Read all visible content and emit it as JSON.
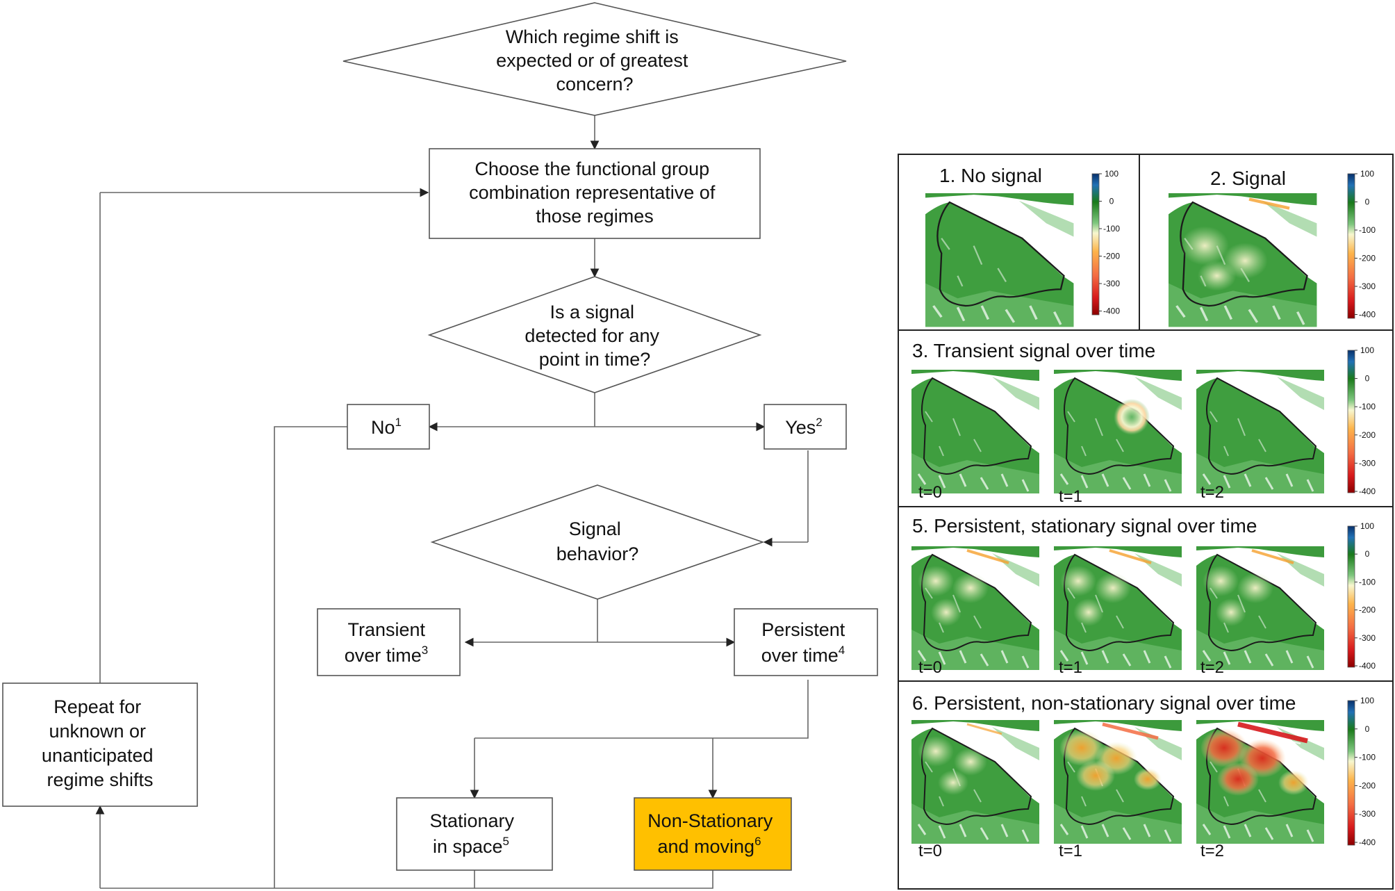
{
  "flowchart": {
    "q_regime": [
      "Which regime shift is",
      "expected or of greatest",
      "concern?"
    ],
    "choose_group": [
      "Choose the functional group",
      "combination representative of",
      "those regimes"
    ],
    "q_signal": [
      "Is a signal",
      "detected for any",
      "point in time?"
    ],
    "no": {
      "text": "No",
      "sup": "1"
    },
    "yes": {
      "text": "Yes",
      "sup": "2"
    },
    "q_behavior": [
      "Signal",
      "behavior?"
    ],
    "transient": {
      "line1": "Transient",
      "line2": "over time",
      "sup": "3"
    },
    "persistent": {
      "line1": "Persistent",
      "line2": "over time",
      "sup": "4"
    },
    "stationary": {
      "line1": "Stationary",
      "line2": "in space",
      "sup": "5"
    },
    "nonstationary": {
      "line1": "Non-Stationary",
      "line2": "and moving",
      "sup": "6"
    },
    "repeat": [
      "Repeat for",
      "unknown or",
      "unanticipated",
      "regime shifts"
    ]
  },
  "panels": {
    "p1_title": "1. No signal",
    "p2_title": "2. Signal",
    "p3_title": "3. Transient signal over time",
    "p5_title": "5. Persistent, stationary signal over time",
    "p6_title": "6. Persistent, non-stationary signal over time",
    "colorbar_ticks": [
      "100",
      "0",
      "-100",
      "-200",
      "-300",
      "-400"
    ],
    "time_labels": [
      "t=0",
      "t=1",
      "t=2"
    ]
  },
  "colors": {
    "highlight_box": "#ffc000",
    "map_green_dark": "#2e8b2e",
    "map_green_light": "#7fc77f",
    "signal_warm": "#f5a623",
    "signal_hot": "#d7301f"
  }
}
